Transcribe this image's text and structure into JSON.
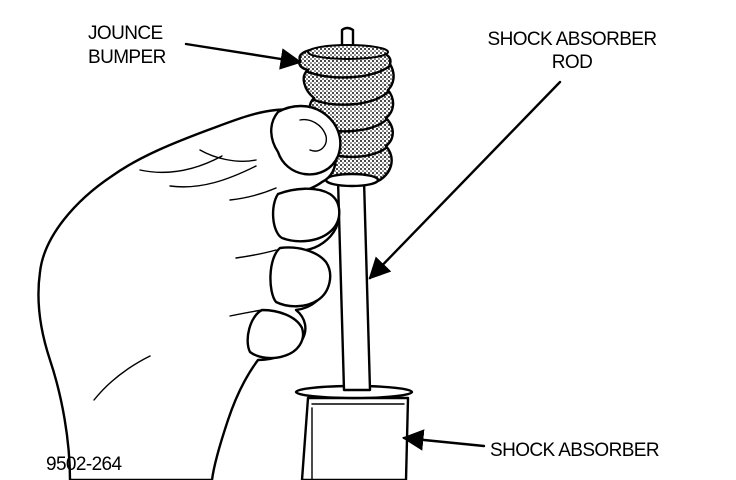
{
  "labels": {
    "jounce_line1": "JOUNCE",
    "jounce_line2": "BUMPER",
    "rod_line1": "SHOCK ABSORBER",
    "rod_line2": "ROD",
    "shock_absorber": "SHOCK ABSORBER",
    "figure_number": "9502-264"
  }
}
